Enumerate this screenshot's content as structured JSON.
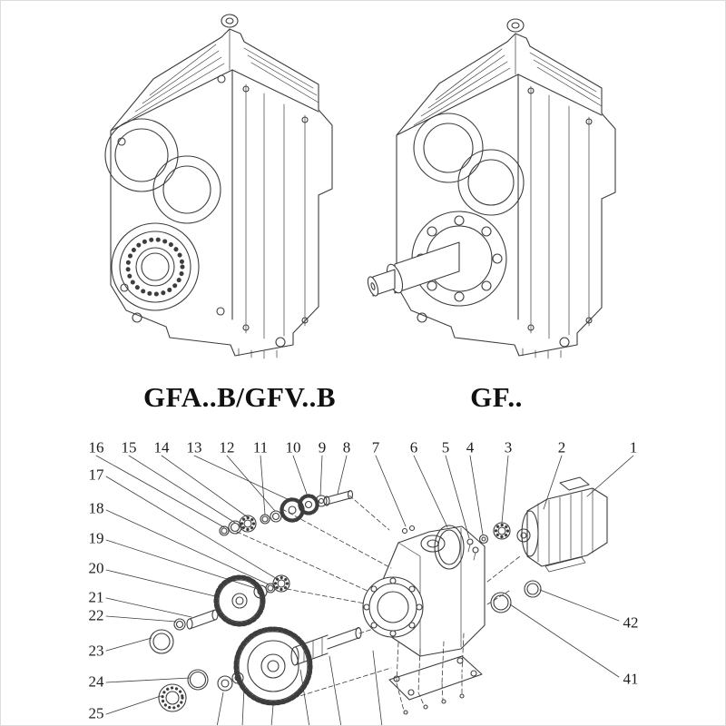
{
  "page": {
    "background": "#ffffff",
    "line_color": "#3d3d3d",
    "description": "Technical catalog page: two isometric line drawings of parallel-shaft helical gear reducers and an exploded parts diagram with numbered callouts"
  },
  "drawings": {
    "left": {
      "label": "GFA..B/GFV..B"
    },
    "right": {
      "label": "GF.."
    }
  },
  "exploded": {
    "callouts_top": [
      "16",
      "15",
      "14",
      "13",
      "12",
      "11",
      "10",
      "9",
      "8",
      "7",
      "6",
      "5",
      "4",
      "3",
      "2",
      "1"
    ],
    "callouts_left": [
      "17",
      "18",
      "19",
      "20",
      "21",
      "22",
      "23",
      "24",
      "25"
    ],
    "callouts_right": [
      "42",
      "41"
    ]
  }
}
